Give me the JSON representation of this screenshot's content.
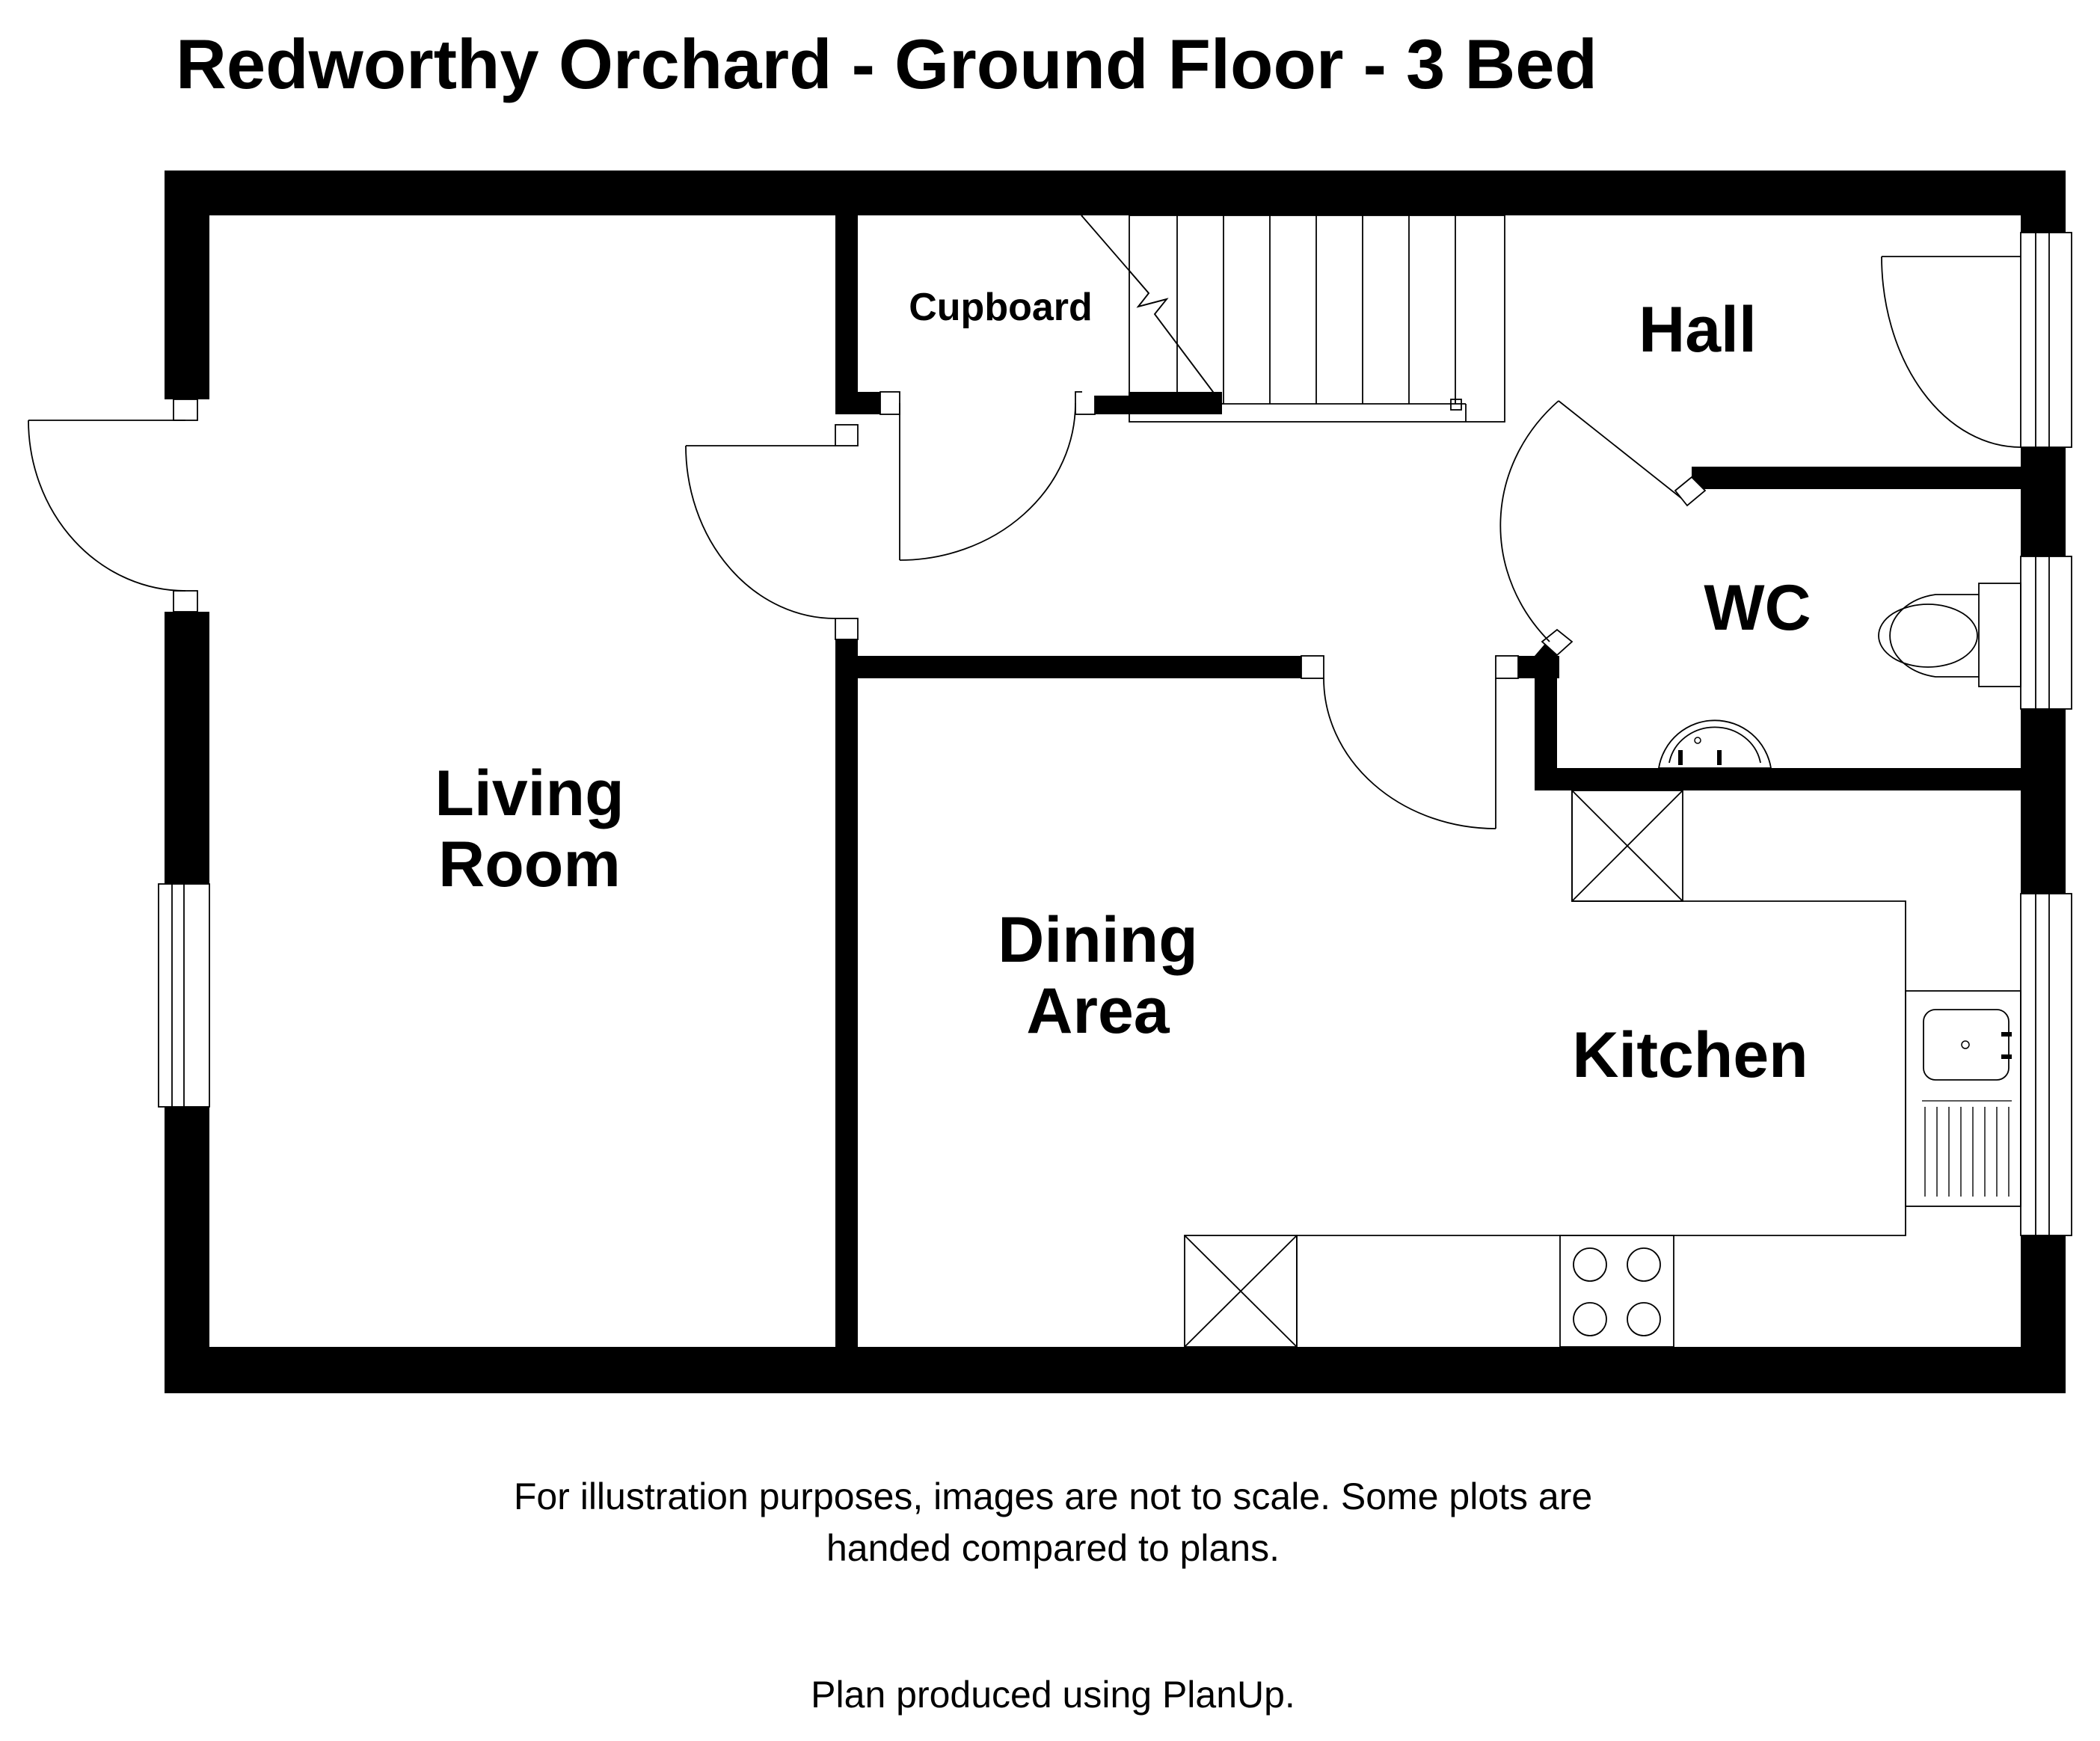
{
  "title": "Redworthy Orchard - Ground Floor - 3 Bed",
  "rooms": {
    "living_room_line1": "Living",
    "living_room_line2": "Room",
    "cupboard": "Cupboard",
    "hall": "Hall",
    "wc": "WC",
    "dining_line1": "Dining",
    "dining_line2": "Area",
    "kitchen": "Kitchen"
  },
  "notes": {
    "disclaimer_line1": "For illustration purposes, images are not to scale. Some plots are",
    "disclaimer_line2": "handed compared to plans.",
    "credit": "Plan produced using PlanUp."
  },
  "colors": {
    "wall": "#000000",
    "background": "#ffffff"
  }
}
